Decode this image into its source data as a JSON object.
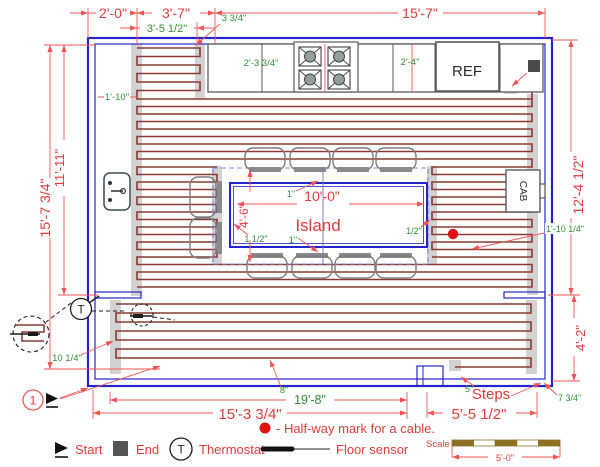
{
  "colors": {
    "wall": "#2424cb",
    "cable": "#8a3a32",
    "red": "#f05555",
    "redtext": "#e23b3b",
    "green": "#2f8f35",
    "strip": "#d2d2d2",
    "counter": "#5a5a5a",
    "chair": "#7d7d7d",
    "chair_bar": "#8a8a8a",
    "scale_brown": "#8e7022",
    "halfway_dot": "#e01313",
    "dash_zone": "#8787dd"
  },
  "plan": {
    "island": "Island",
    "ref": "REF",
    "cab": "CAB",
    "steps": "Steps",
    "thermostat_symbol": "T",
    "detail_number": "1"
  },
  "dims": {
    "top_a": "2'-0\"",
    "top_b": "3'-7\"",
    "top_c": "15'-7\"",
    "top_d": "3'-5 1/2\"",
    "top_e": "3 3/4\"",
    "counter_a": "2'-3 3/4\"",
    "counter_b": "2'-4\"",
    "left_a": "15'-7 3/4\"",
    "left_b": "11'-11\"",
    "left_c": "1'-10\"",
    "right_a": "12'-4 1/2\"",
    "right_b": "1'-10 1/4\"",
    "right_c": "4'-2\"",
    "right_d": "7 3/4\"",
    "island_w": "10'-0\"",
    "island_h": "4'-6\"",
    "island_gap_top": "1\"",
    "island_gap_bottom": "1\"",
    "island_gap_left": "1 1/2\"",
    "island_gap_right": "1/2\"",
    "bottom_a": "8\"",
    "bottom_b": "19'-8\"",
    "bottom_c": "15'-3 3/4\"",
    "bottom_d": "5'-5 1/2\"",
    "bottom_e": "5\"",
    "bottom_f": "10 1/4\""
  },
  "legend": {
    "start": "Start",
    "end": "End",
    "thermostat": "Thermostat",
    "halfway": "- Half-way mark for a cable.",
    "floor_sensor": "Floor sensor",
    "scale_label": "Scale",
    "scale_value": "5'-0\""
  }
}
